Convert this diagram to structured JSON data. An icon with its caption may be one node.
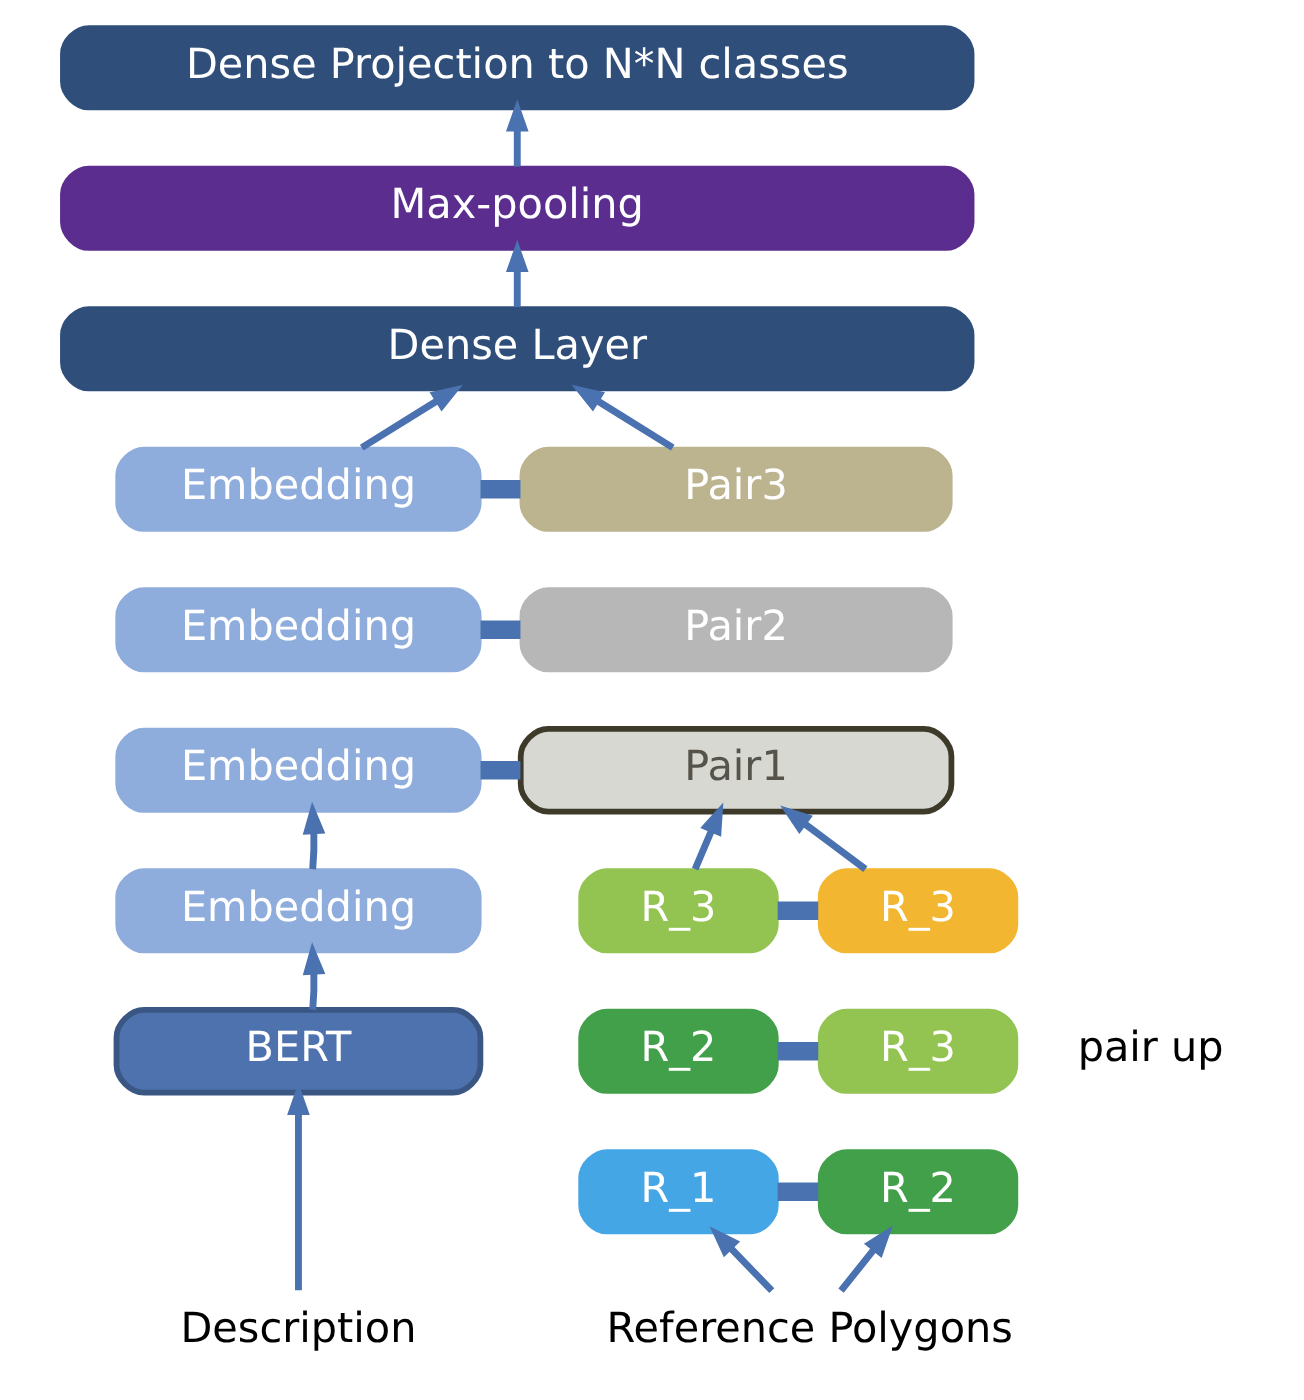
{
  "diagram": {
    "nodes": [
      {
        "text": [
          "Dense Projection to N*N classes"
        ]
      },
      {
        "text": [
          "Max-pooling"
        ]
      },
      {
        "text": [
          "Dense Layer"
        ]
      },
      {
        "text": [
          "Embedding"
        ]
      },
      {
        "text": [
          "Pair3"
        ]
      },
      {
        "text": [
          "Embedding"
        ]
      },
      {
        "text": [
          "Pair2"
        ]
      },
      {
        "text": [
          "Embedding"
        ]
      },
      {
        "text": [
          "Pair1"
        ]
      },
      {
        "text": [
          "Embedding"
        ]
      },
      {
        "text": [
          "R_3"
        ]
      },
      {
        "text": [
          "R_3"
        ]
      },
      {
        "text": [
          "R_2"
        ]
      },
      {
        "text": [
          "R_3"
        ]
      },
      {
        "text": [
          "BERT"
        ]
      },
      {
        "text": [
          "R_1"
        ]
      },
      {
        "text": [
          "R_2"
        ]
      },
      {
        "text": [
          "Description"
        ]
      },
      {
        "text": [
          "Reference Polygons"
        ]
      }
    ],
    "edges": [
      {
        "from": 2,
        "to": 1,
        "arrow": "to"
      },
      {
        "from": 1,
        "to": 0,
        "arrow": "to"
      },
      {
        "from": 3,
        "to": 2,
        "arrow": "to"
      },
      {
        "from": 4,
        "to": 2,
        "arrow": "to"
      },
      {
        "from": 3,
        "to": 4,
        "arrow": "none",
        "style": "thick"
      },
      {
        "from": 5,
        "to": 6,
        "arrow": "none",
        "style": "thick"
      },
      {
        "from": 7,
        "to": 8,
        "arrow": "none",
        "style": "thick"
      },
      {
        "from": 9,
        "to": 7,
        "arrow": "to"
      },
      {
        "from": 10,
        "to": 8,
        "arrow": "to"
      },
      {
        "from": 11,
        "to": 8,
        "arrow": "to"
      },
      {
        "from": 10,
        "to": 11,
        "arrow": "none",
        "style": "thick"
      },
      {
        "from": 12,
        "to": 13,
        "arrow": "none",
        "style": "thick"
      },
      {
        "from": 14,
        "to": 9,
        "arrow": "to"
      },
      {
        "from": 15,
        "to": 16,
        "arrow": "none",
        "style": "thick"
      },
      {
        "from": 17,
        "to": 14,
        "arrow": "to"
      },
      {
        "from": 18,
        "to": 15,
        "arrow": "to"
      },
      {
        "from": 18,
        "to": 16,
        "arrow": "to"
      }
    ],
    "labels": [
      "pair up"
    ]
  }
}
